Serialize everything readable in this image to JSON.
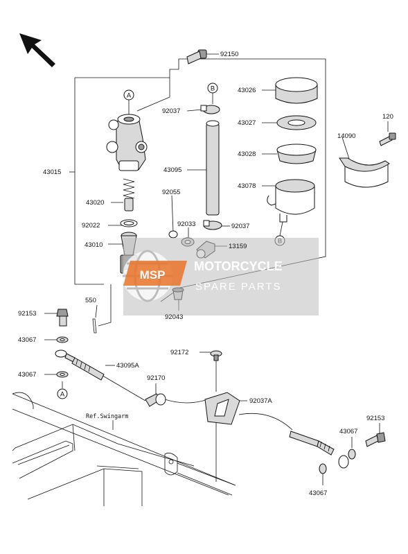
{
  "labels": {
    "p92150": "92150",
    "p43026": "43026",
    "p92037_top": "92037",
    "p43027": "43027",
    "p120": "120",
    "p14090": "14090",
    "p43028": "43028",
    "p43015": "43015",
    "p43095": "43095",
    "p43078": "43078",
    "p43020": "43020",
    "p92055": "92055",
    "p92022": "92022",
    "p92033": "92033",
    "p92037_mid": "92037",
    "p43010": "43010",
    "p13159": "13159",
    "p550": "550",
    "p92043": "92043",
    "p92153_left": "92153",
    "p43067_left1": "43067",
    "p43095A": "43095A",
    "p43067_left2": "43067",
    "p92172": "92172",
    "p92170": "92170",
    "p92037A": "92037A",
    "ref_swingarm": "Ref.Swingarm",
    "p92153_right": "92153",
    "p43067_right1": "43067",
    "p43067_right2": "43067",
    "callout_a": "A",
    "callout_b": "B"
  },
  "watermark": {
    "line1": "MOTORCYCLE",
    "line2": "SPARE PARTS",
    "badge": "MSP",
    "color": "#e8732a",
    "overlay_color": "#c8c8c8"
  },
  "direction_arrow": "front-arrow-icon"
}
